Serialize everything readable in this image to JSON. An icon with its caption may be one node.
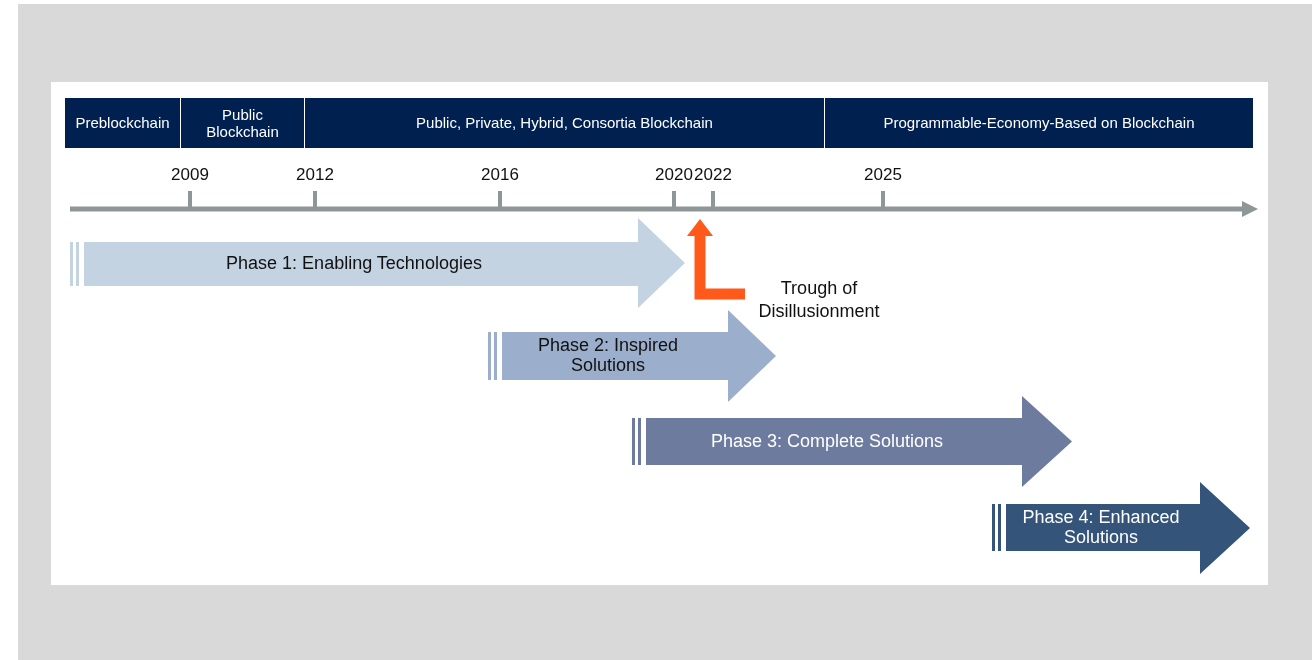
{
  "diagram": {
    "nodes": [
      {
        "text": [
          "Preblockchain"
        ]
      },
      {
        "text": [
          "Public Blockchain"
        ]
      },
      {
        "text": [
          "Public, Private, Hybrid, Consortia Blockchain"
        ]
      },
      {
        "text": [
          "Programmable-Economy-Based on Blockchain"
        ]
      },
      {
        "text": [
          "Phase 1: Enabling Technologies"
        ]
      },
      {
        "text": [
          "Phase 2: Inspired Solutions"
        ]
      },
      {
        "text": [
          "Phase 3: Complete Solutions"
        ]
      },
      {
        "text": [
          "Phase 4: Enhanced Solutions"
        ]
      }
    ],
    "labels": [
      "2009",
      "2012",
      "2016",
      "2020",
      "2022",
      "2025",
      "Trough of Disillusionment"
    ]
  }
}
